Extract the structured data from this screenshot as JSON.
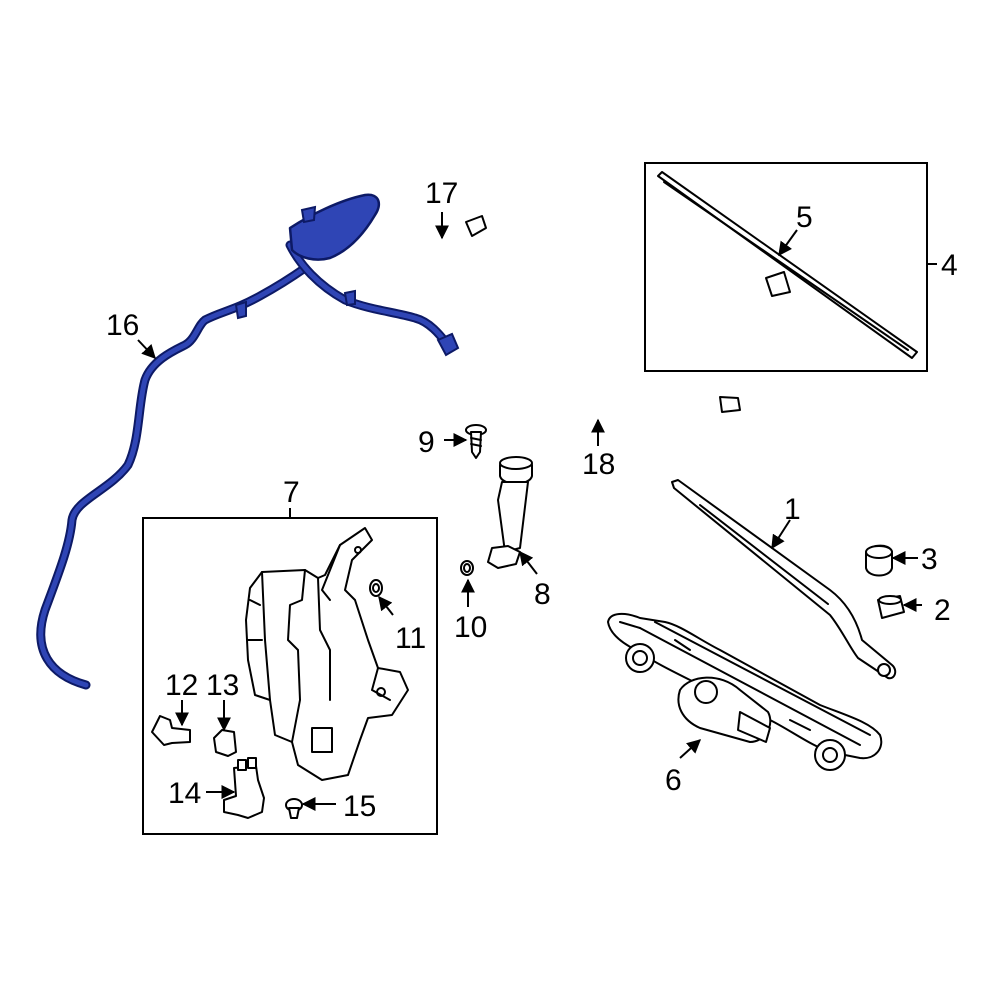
{
  "colors": {
    "highlight": "#2f45b5",
    "highlight_dark": "#0d1a66",
    "line": "#000000"
  },
  "callouts": {
    "c1": "1",
    "c2": "2",
    "c3": "3",
    "c4": "4",
    "c5": "5",
    "c6": "6",
    "c7": "7",
    "c8": "8",
    "c9": "9",
    "c10": "10",
    "c11": "11",
    "c12": "12",
    "c13": "13",
    "c14": "14",
    "c15": "15",
    "c16": "16",
    "c17": "17",
    "c18": "18"
  }
}
